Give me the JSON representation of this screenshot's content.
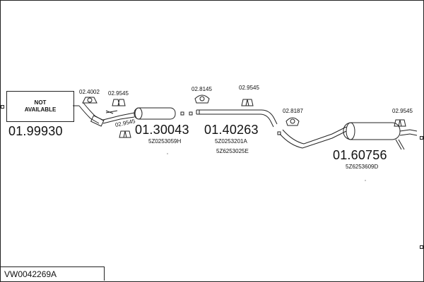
{
  "not_available": {
    "line1": "NOT",
    "line2": "AVAILABLE"
  },
  "parts": {
    "p1": "01.99930",
    "p2": "01.30043",
    "p3": "01.40263",
    "p4": "01.60756"
  },
  "oem": {
    "o1": "5Z0253059H",
    "o2a": "5Z0253201A",
    "o2b": "5Z6253025E",
    "o3": "5Z6253609D"
  },
  "accessories": {
    "a1": "02.4002",
    "a2": "02.9545",
    "a3": "02.9545",
    "a4": "02.8145",
    "a5": "02.9545",
    "a6": "02.8187",
    "a7": "02.9545"
  },
  "footer": {
    "code": "VW0042269A"
  }
}
